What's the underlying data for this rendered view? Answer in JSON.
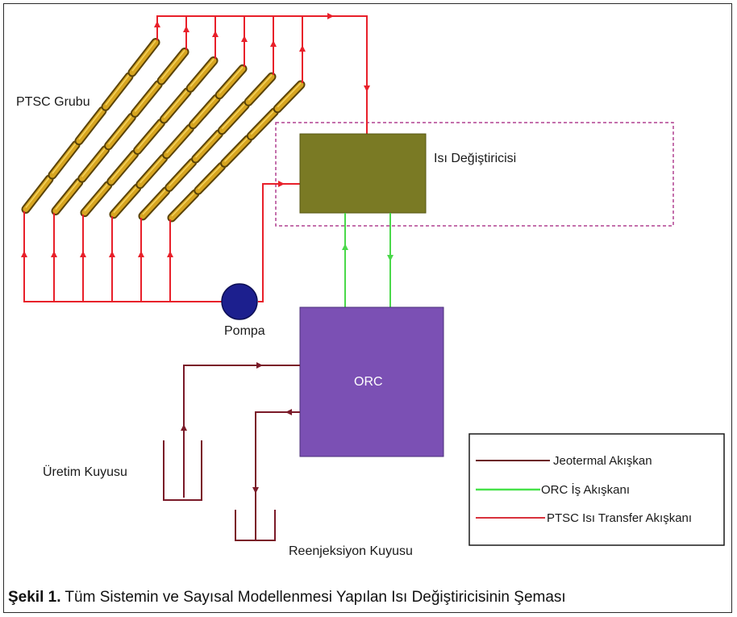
{
  "labels": {
    "ptsc_group": "PTSC Grubu",
    "heat_exchanger": "Isı Değiştiricisi",
    "pump": "Pompa",
    "orc": "ORC",
    "production_well": "Üretim Kuyusu",
    "reinjection_well": "Reenjeksiyon Kuyusu"
  },
  "legend": [
    {
      "label": "Jeotermal Akışkan",
      "color": "#6b1a22"
    },
    {
      "label": "ORC İş Akışkanı",
      "color": "#47e24a"
    },
    {
      "label": "PTSC Isı Transfer Akışkanı",
      "color": "#d8323c"
    }
  ],
  "caption": {
    "number": "Şekil 1.",
    "text": " Tüm Sistemin ve Sayısal Modellenmesi Yapılan Isı Değiştiricisinin Şeması"
  },
  "colors": {
    "ptsc_loop": "#e8202a",
    "geothermal": "#7a1a28",
    "orc_loop": "#4ad84a",
    "heat_exchanger_fill": "#7a7a24",
    "orc_fill": "#7b50b4",
    "pump_fill": "#1c1f8e",
    "collector_fill": "#d7a520",
    "dashed_box": "#b04090"
  },
  "icons": {
    "pump": "pump-circle-icon",
    "collector": "parabolic-trough-collector-icon",
    "well": "well-u-shape-icon"
  }
}
